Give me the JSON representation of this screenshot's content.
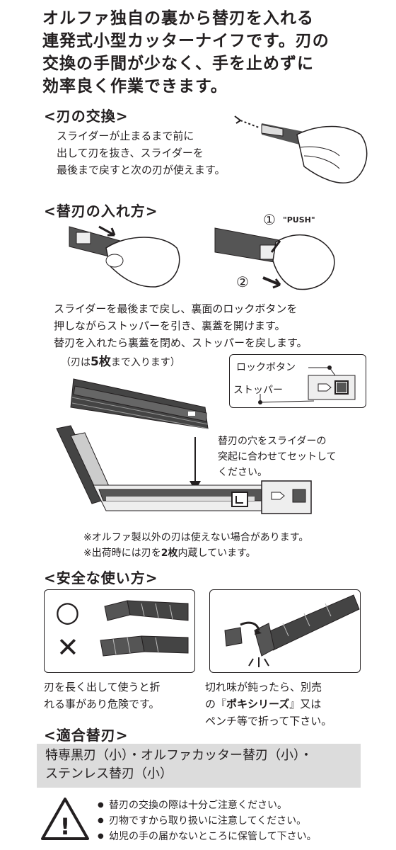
{
  "intro": {
    "line1": "オルファ独自の裏から替刃を入れる",
    "line2": "連発式小型カッターナイフです。刃の",
    "line3": "交換の手間が少なく、手を止めずに",
    "line4": "効率良く作業できます。"
  },
  "blade_change": {
    "heading": "<刃の交換>",
    "line1": "スライダーが止まるまで前に",
    "line2": "出して刃を抜き、スライダーを",
    "line3": "最後まで戻すと次の刃が使えます。"
  },
  "blade_insert": {
    "heading": "<替刃の入れ方>",
    "step1_num": "①",
    "push_label": "\"PUSH\"",
    "step2_num": "②",
    "line1": "スライダーを最後まで戻し、裏面のロックボタンを",
    "line2": "押しながらストッパーを引き、裏蓋を開けます。",
    "line3": "替刃を入れたら裏蓋を閉め、ストッパーを戻します。",
    "capacity_prefix": "（刃は",
    "capacity_value": "5枚",
    "capacity_suffix": "まで入ります）",
    "lock_button_label": "ロックボタン",
    "stopper_label": "ストッパー",
    "slider_note_line1": "替刃の穴をスライダーの",
    "slider_note_line2": "突起に合わせてセットして",
    "slider_note_line3": "ください。",
    "note1": "※オルファ製以外の刃は使えない場合があります。",
    "note2_prefix": "※出荷時には刃を",
    "note2_value": "2枚",
    "note2_suffix": "内蔵しています。"
  },
  "safe_use": {
    "heading": "<安全な使い方>",
    "ok_mark": "○",
    "ng_mark": "✕",
    "left_caption_line1": "刃を長く出して使うと折",
    "left_caption_line2": "れる事があり危険です。",
    "right_caption_line1": "切れ味が鈍ったら、別売",
    "right_caption_line2_prefix": "の『",
    "right_caption_line2_bold": "ポキシリーズ",
    "right_caption_line2_suffix": "』又は",
    "right_caption_line3": "ペンチ等で折って下さい。"
  },
  "compatible": {
    "heading": "<適合替刃>",
    "line1": "特専黒刃（小）・オルファカッター替刃（小）・",
    "line2": "ステンレス替刃（小）"
  },
  "warnings": {
    "icon_symbol": "!",
    "items": [
      "替刃の交換の際は十分ご注意ください。",
      "刃物ですから取り扱いに注意してください。",
      "幼児の手の届かないところに保管して下さい。"
    ]
  }
}
